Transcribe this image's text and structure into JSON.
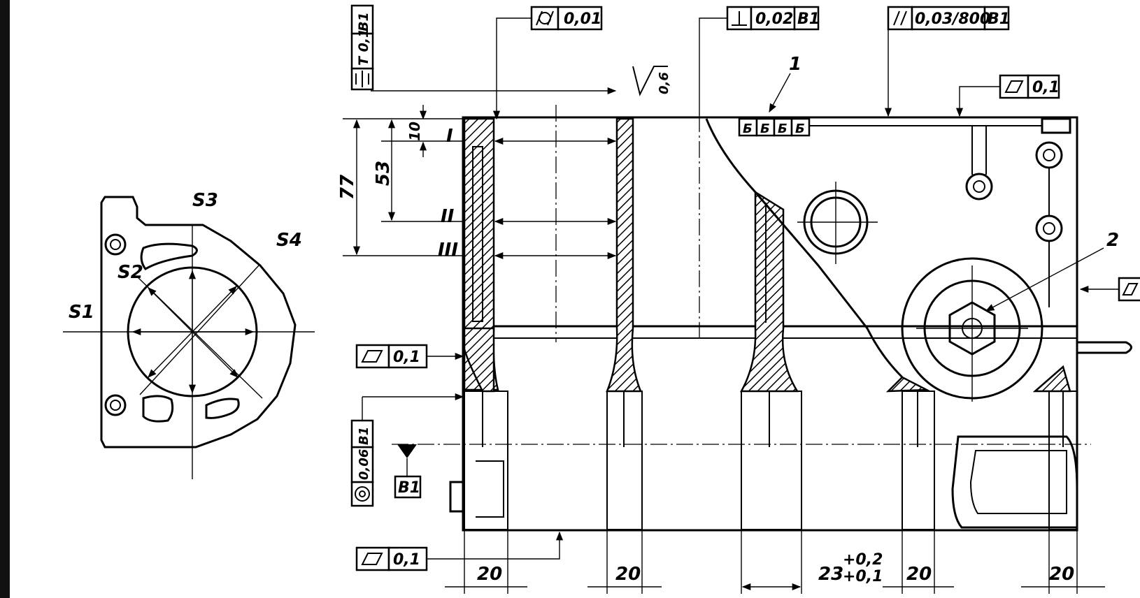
{
  "left_view": {
    "section_labels": [
      "S1",
      "S2",
      "S3",
      "S4"
    ]
  },
  "dimensions": {
    "d10": "10",
    "d53": "53",
    "d77": "77",
    "w20": "20",
    "w23_base": "23",
    "w23_upper": "+0,2",
    "w23_lower": "+0,1"
  },
  "level_labels": [
    "I",
    "II",
    "III"
  ],
  "callouts": [
    "1",
    "2"
  ],
  "roughness": "0,6",
  "tolerance_frames": {
    "cylindricity": {
      "symbol": "cylindricity-icon",
      "value": "0,01"
    },
    "perpendicularity": {
      "symbol": "perpendicularity-icon",
      "value": "0,02",
      "datum": "B1"
    },
    "parallelism": {
      "symbol": "parallelism-icon",
      "value": "0,03/800",
      "datum": "B1"
    },
    "flatness_top": {
      "symbol": "flatness-icon",
      "value": "0,1"
    },
    "flatness_mid": {
      "symbol": "flatness-icon",
      "value": "0,1"
    },
    "flatness_bottom": {
      "symbol": "flatness-icon",
      "value": "0,1"
    },
    "flatness_right": {
      "symbol": "flatness-icon"
    },
    "symmetry": {
      "symbol": "symmetry-icon",
      "value": "T 0,1",
      "datum": "B1"
    },
    "concentricity": {
      "symbol": "concentricity-icon",
      "value": "0,06",
      "datum": "B1"
    }
  },
  "datum": {
    "label": "B1"
  },
  "section_tags": [
    "Б",
    "Б",
    "Б",
    "Б"
  ]
}
